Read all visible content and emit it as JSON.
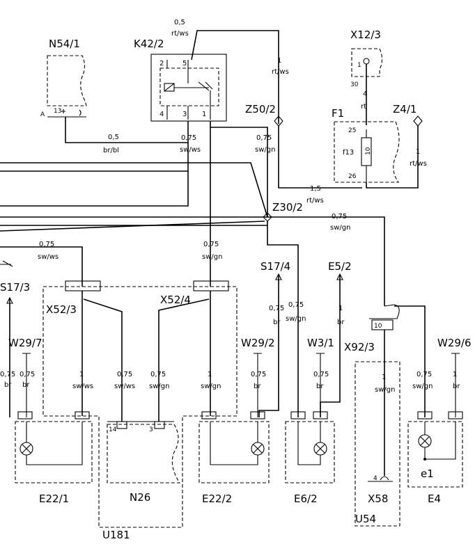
{
  "components": {
    "n54_1": "N54/1",
    "k42_2": "K42/2",
    "x12_3": "X12/3",
    "z50_2": "Z50/2",
    "f1": "F1",
    "z4_1": "Z4/1",
    "z30_2": "Z30/2",
    "f13": "f13",
    "s17_3": "S17/3",
    "s17_4": "S17/4",
    "e5_2": "E5/2",
    "x52_3": "X52/3",
    "x52_4": "X52/4",
    "x92_3": "X92/3",
    "w29_7": "W29/7",
    "w29_2": "W29/2",
    "w3_1": "W3/1",
    "w29_6": "W29/6",
    "e22_1": "E22/1",
    "n26": "N26",
    "e22_2": "E22/2",
    "e6_2": "E6/2",
    "x58": "X58",
    "e4": "E4",
    "u181": "U181",
    "u54": "U54",
    "e1": "e1"
  },
  "wire_labels": {
    "k42_top": [
      "0,5",
      "rt/ws"
    ],
    "k42_right": [
      "1",
      "rt/ws"
    ],
    "n54_out": [
      "0,5",
      "br/bl"
    ],
    "k42_3": [
      "0,75",
      "sw/ws"
    ],
    "k42_1": [
      "0,75",
      "sw/gn"
    ],
    "x12_f1": [
      "4",
      "rt"
    ],
    "z4_f1": [
      "1",
      "rt/ws"
    ],
    "f1_bottom": [
      "1,5",
      "rt/ws"
    ],
    "z30_x92": [
      "0,75",
      "sw/gn"
    ],
    "left_x52_3": [
      "0,75",
      "sw/ws"
    ],
    "mid_x52_4": [
      "0,75",
      "sw/gn"
    ],
    "s17_4_wire": [
      "0,75",
      "br"
    ],
    "e6_wire": [
      "0,75",
      "sw/gn"
    ],
    "e5_wire": [
      "1",
      "br"
    ],
    "e22_1_a": [
      "0,75",
      "br"
    ],
    "e22_1_b": [
      "0,75",
      "br"
    ],
    "e22_1_c": [
      "1",
      "sw/ws"
    ],
    "n26_14": [
      "0,75",
      "sw/ws"
    ],
    "n26_3": [
      "0,75",
      "sw/gn"
    ],
    "e22_2_a": [
      "1",
      "sw/gn"
    ],
    "e22_2_b": [
      "0,75",
      "br"
    ],
    "e6_a": [
      "0,75",
      "br"
    ],
    "x92_x58": [
      "1",
      "sw/gn"
    ],
    "e4_a": [
      "0,75",
      "sw/gn"
    ],
    "e4_b": [
      "1",
      "br"
    ]
  },
  "pins": {
    "k42_p2": "2",
    "k42_p5": "5",
    "k42_p4": "4",
    "k42_p3": "3",
    "k42_p1": "1",
    "n54_p13": "13",
    "n54_a": "A",
    "x12_p1": "1",
    "x12_p30": "30",
    "f1_p25": "25",
    "f1_p26": "26",
    "f13_rating": "10",
    "x92_p10": "10",
    "n26_p14": "14",
    "n26_p3": "3",
    "x58_p4": "4"
  }
}
